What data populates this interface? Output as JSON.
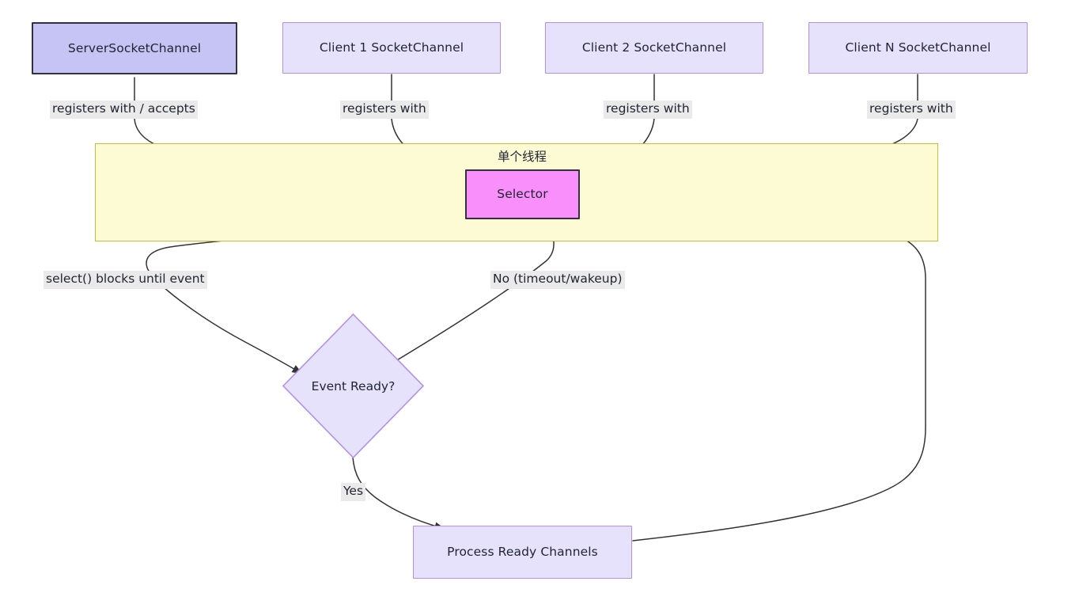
{
  "diagram": {
    "title": "NIO Selector single-thread multiplexing flow",
    "type": "flowchart",
    "colors": {
      "node_fill_light": "#e6e2fb",
      "node_border_light": "#b48ee8",
      "server_fill": "#c6c4f5",
      "server_border": "#32323f",
      "selector_fill": "#f98ffa",
      "selector_border": "#32323f",
      "subgraph_fill": "#fdfbd4",
      "subgraph_border": "#bfbf3f",
      "edge_stroke": "#333333",
      "edge_label_bg": "#eaeaea",
      "text": "#1f2430"
    }
  },
  "subgraph": {
    "title": "单个线程"
  },
  "nodes": {
    "server_socket_channel": {
      "label": "ServerSocketChannel"
    },
    "client1": {
      "label": "Client 1 SocketChannel"
    },
    "client2": {
      "label": "Client 2 SocketChannel"
    },
    "clientn": {
      "label": "Client N SocketChannel"
    },
    "selector": {
      "label": "Selector"
    },
    "event_ready": {
      "label": "Event Ready?"
    },
    "process_ready": {
      "label": "Process Ready Channels"
    }
  },
  "edge_labels": {
    "registers_accepts": "registers with / accepts",
    "registers_with_1": "registers with",
    "registers_with_2": "registers with",
    "registers_with_n": "registers with",
    "select_blocks": "select() blocks until event",
    "no_timeout": "No (timeout/wakeup)",
    "yes": "Yes"
  }
}
